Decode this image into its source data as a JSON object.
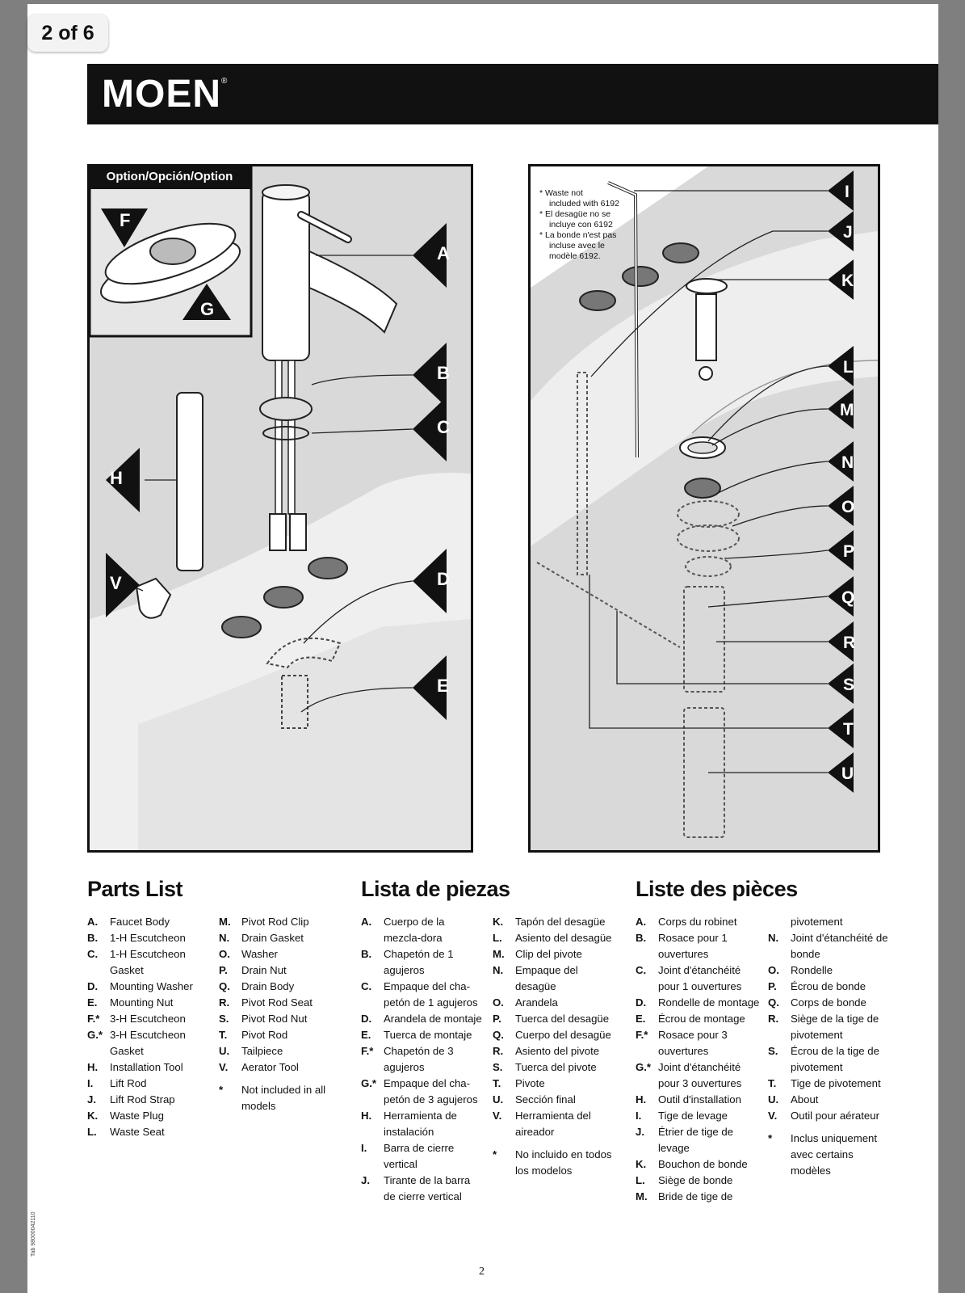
{
  "page_badge": "2 of 6",
  "brand": {
    "name": "MOEN",
    "mark": "®"
  },
  "diagram_left": {
    "option_title": "Option/Opción/Option",
    "labels": [
      "A",
      "B",
      "C",
      "D",
      "E",
      "F",
      "G",
      "H",
      "V"
    ]
  },
  "diagram_right": {
    "note_lines": [
      "* Waste not",
      "included with 6192",
      "* El desagüe no se",
      "incluye con 6192",
      "* La bonde n'est pas",
      "incluse avec le",
      "modèle 6192."
    ],
    "labels": [
      "I",
      "J",
      "K",
      "L",
      "M",
      "N",
      "O",
      "P",
      "Q",
      "R",
      "S",
      "T",
      "U"
    ]
  },
  "parts_en": {
    "title": "Parts List",
    "col1": [
      {
        "k": "A.",
        "v": "Faucet Body"
      },
      {
        "k": "B.",
        "v": "1-H Escutcheon"
      },
      {
        "k": "C.",
        "v": "1-H Escutcheon Gasket"
      },
      {
        "k": "D.",
        "v": "Mounting Washer"
      },
      {
        "k": "E.",
        "v": "Mounting Nut"
      },
      {
        "k": "F.*",
        "v": "3-H Escutcheon"
      },
      {
        "k": "G.*",
        "v": "3-H Escutcheon Gasket"
      },
      {
        "k": "H.",
        "v": "Installation Tool"
      },
      {
        "k": "I.",
        "v": "Lift Rod"
      },
      {
        "k": "J.",
        "v": "Lift Rod Strap"
      },
      {
        "k": "K.",
        "v": "Waste Plug"
      },
      {
        "k": "L.",
        "v": "Waste Seat"
      }
    ],
    "col2": [
      {
        "k": "M.",
        "v": "Pivot Rod Clip"
      },
      {
        "k": "N.",
        "v": "Drain Gasket"
      },
      {
        "k": "O.",
        "v": "Washer"
      },
      {
        "k": "P.",
        "v": "Drain Nut"
      },
      {
        "k": "Q.",
        "v": "Drain Body"
      },
      {
        "k": "R.",
        "v": "Pivot Rod Seat"
      },
      {
        "k": "S.",
        "v": "Pivot Rod Nut"
      },
      {
        "k": "T.",
        "v": "Pivot Rod"
      },
      {
        "k": "U.",
        "v": "Tailpiece"
      },
      {
        "k": "V.",
        "v": "Aerator Tool"
      },
      {
        "k": "",
        "v": ""
      },
      {
        "k": "*",
        "v": "Not included in all models"
      }
    ]
  },
  "parts_es": {
    "title": "Lista de piezas",
    "col1": [
      {
        "k": "A.",
        "v": "Cuerpo de la mezcla-dora"
      },
      {
        "k": "B.",
        "v": "Chapetón de 1 agujeros"
      },
      {
        "k": "C.",
        "v": "Empaque del cha-petón de 1 agujeros"
      },
      {
        "k": "D.",
        "v": "Arandela de montaje"
      },
      {
        "k": "E.",
        "v": "Tuerca de montaje"
      },
      {
        "k": "F.*",
        "v": "Chapetón de 3 agujeros"
      },
      {
        "k": "G.*",
        "v": "Empaque del cha-petón de 3 agujeros"
      },
      {
        "k": "H.",
        "v": "Herramienta de instalación"
      },
      {
        "k": "I.",
        "v": "Barra de cierre vertical"
      },
      {
        "k": "J.",
        "v": "Tirante de la barra de cierre vertical"
      }
    ],
    "col2": [
      {
        "k": "K.",
        "v": "Tapón del desagüe"
      },
      {
        "k": "L.",
        "v": "Asiento del desagüe"
      },
      {
        "k": "M.",
        "v": "Clip del pivote"
      },
      {
        "k": "N.",
        "v": "Empaque del desagüe"
      },
      {
        "k": "O.",
        "v": "Arandela"
      },
      {
        "k": "P.",
        "v": "Tuerca del desagüe"
      },
      {
        "k": "Q.",
        "v": "Cuerpo del desagüe"
      },
      {
        "k": "R.",
        "v": "Asiento del pivote"
      },
      {
        "k": "S.",
        "v": "Tuerca del pivote"
      },
      {
        "k": "T.",
        "v": "Pivote"
      },
      {
        "k": "U.",
        "v": "Sección final"
      },
      {
        "k": "V.",
        "v": "Herramienta del aireador"
      },
      {
        "k": "",
        "v": ""
      },
      {
        "k": "*",
        "v": "No incluido en todos los modelos"
      }
    ]
  },
  "parts_fr": {
    "title": "Liste des pièces",
    "col1": [
      {
        "k": "A.",
        "v": "Corps du robinet"
      },
      {
        "k": "B.",
        "v": "Rosace pour 1 ouvertures"
      },
      {
        "k": "C.",
        "v": "Joint d'étanchéité pour 1 ouvertures"
      },
      {
        "k": "D.",
        "v": "Rondelle de montage"
      },
      {
        "k": "E.",
        "v": "Écrou de montage"
      },
      {
        "k": "F.*",
        "v": "Rosace pour 3 ouvertures"
      },
      {
        "k": "G.*",
        "v": "Joint d'étanchéité pour 3 ouvertures"
      },
      {
        "k": "H.",
        "v": "Outil d'installation"
      },
      {
        "k": "I.",
        "v": "Tige de levage"
      },
      {
        "k": "J.",
        "v": "Étrier de tige de levage"
      },
      {
        "k": "K.",
        "v": "Bouchon de bonde"
      },
      {
        "k": "L.",
        "v": "Siège de bonde"
      },
      {
        "k": "M.",
        "v": "Bride de tige de"
      }
    ],
    "col2": [
      {
        "k": "",
        "v": "pivotement"
      },
      {
        "k": "N.",
        "v": "Joint d'étanchéité de bonde"
      },
      {
        "k": "O.",
        "v": "Rondelle"
      },
      {
        "k": "P.",
        "v": "Écrou de bonde"
      },
      {
        "k": "Q.",
        "v": "Corps de bonde"
      },
      {
        "k": "R.",
        "v": "Siège de la tige de pivotement"
      },
      {
        "k": "S.",
        "v": "Écrou de la tige de pivotement"
      },
      {
        "k": "T.",
        "v": "Tige de pivotement"
      },
      {
        "k": "U.",
        "v": "About"
      },
      {
        "k": "V.",
        "v": "Outil pour aérateur"
      },
      {
        "k": "",
        "v": ""
      },
      {
        "k": "*",
        "v": "Inclus uniquement avec certains modèles"
      }
    ]
  },
  "page_number": "2",
  "side_code": "Tab 98000042110"
}
